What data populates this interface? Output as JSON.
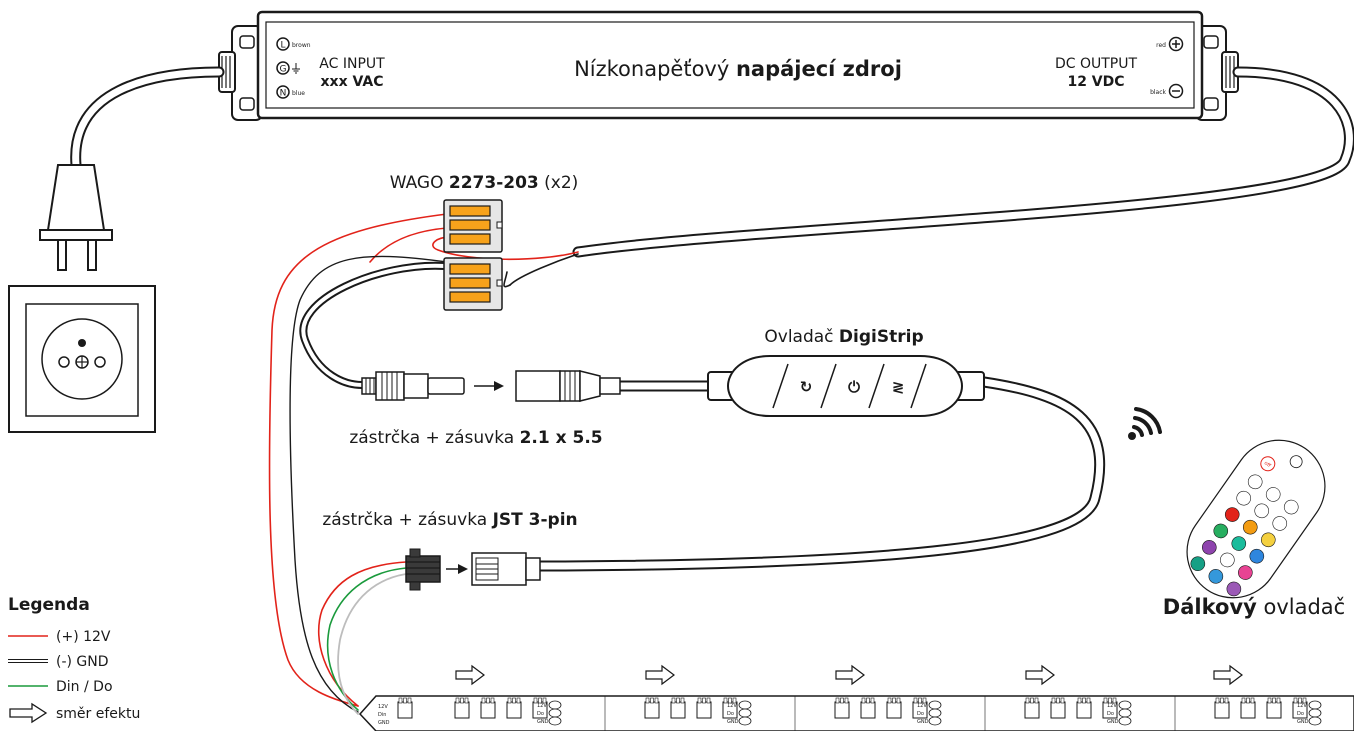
{
  "psu": {
    "title_prefix": "Nízkonapěťový ",
    "title_bold": "napájecí zdroj",
    "ac_label": "AC INPUT",
    "ac_value": "xxx VAC",
    "dc_label": "DC OUTPUT",
    "dc_value": "12 VDC",
    "term_L": "L",
    "term_G": "G",
    "term_N": "N",
    "wire_brown": "brown",
    "wire_blue": "blue",
    "wire_red": "red",
    "wire_black": "black"
  },
  "wago": {
    "prefix": "WAGO ",
    "model": "2273-203",
    "suffix": " (x2)"
  },
  "controller": {
    "prefix": "Ovladač ",
    "name": "DigiStrip"
  },
  "dc_connector": {
    "prefix": "zástrčka + zásuvka ",
    "bold": "2.1 x 5.5"
  },
  "jst_connector": {
    "prefix": "zástrčka + zásuvka ",
    "bold": "JST 3-pin"
  },
  "remote": {
    "bold": "Dálkový",
    "rest": " ovladač",
    "button_off": "off"
  },
  "legend": {
    "title": "Legenda",
    "items": [
      {
        "label": "(+) 12V",
        "color": "#e2231a"
      },
      {
        "label": "(-) GND",
        "color": "#bdbdbd"
      },
      {
        "label": "Din / Do",
        "color": "#1a9a3c"
      },
      {
        "label": "směr efektu",
        "color": "#1a1a1a"
      }
    ]
  },
  "strip": {
    "pad_labels": [
      "12V",
      "Din",
      "GND"
    ],
    "segment_labels": [
      "12V",
      "Do",
      "GND"
    ]
  },
  "colors": {
    "red_wire": "#e2231a",
    "gnd_wire": "#bdbdbd",
    "data_wire": "#1a9a3c",
    "wago_orange": "#f7a21b",
    "outline": "#1a1a1a"
  },
  "icons": [
    "power-plug-icon",
    "wall-socket-icon",
    "wifi-signal-icon",
    "direction-arrow-icon",
    "remote-control-icon"
  ]
}
